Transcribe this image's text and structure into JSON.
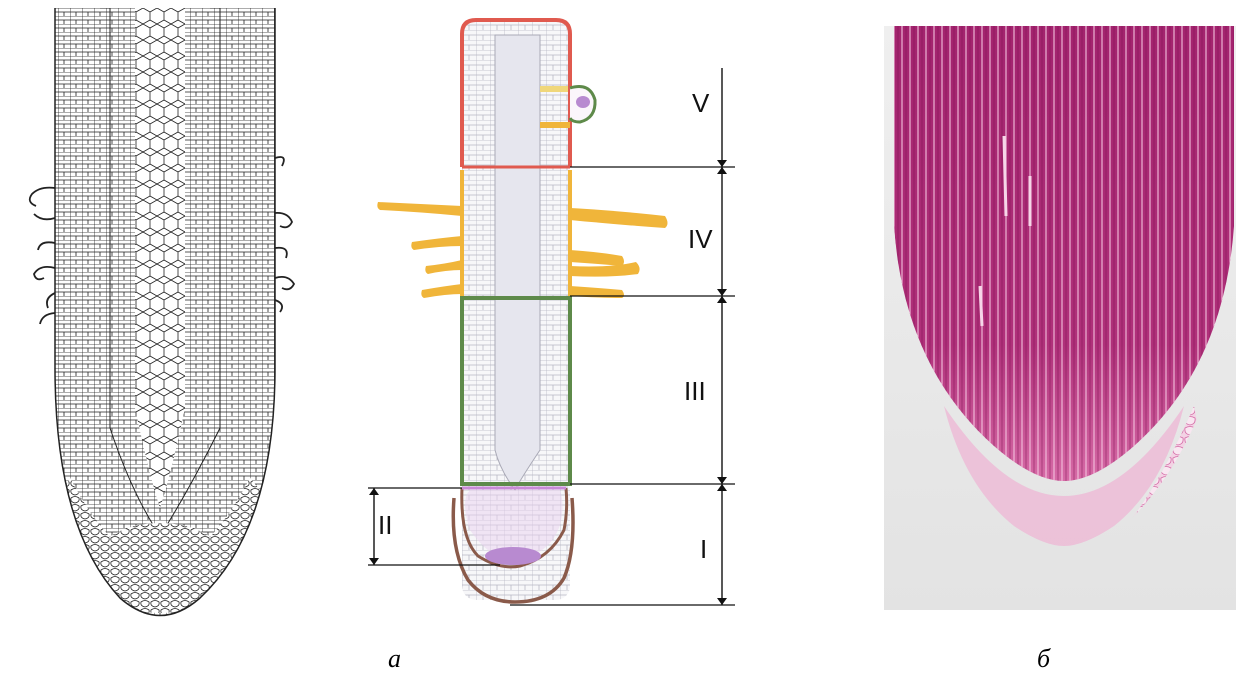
{
  "figure": {
    "captions": {
      "left_pair": "а",
      "right": "б"
    },
    "zones": [
      {
        "id": "V",
        "label": "V",
        "color": "#e05a4f"
      },
      {
        "id": "IV",
        "label": "IV",
        "color": "#f0b53a"
      },
      {
        "id": "III",
        "label": "III",
        "color": "#5e8a4a"
      },
      {
        "id": "II",
        "label": "II",
        "color": "#c98ad6"
      },
      {
        "id": "I",
        "label": "I",
        "color": "#8a5a4a"
      }
    ]
  }
}
